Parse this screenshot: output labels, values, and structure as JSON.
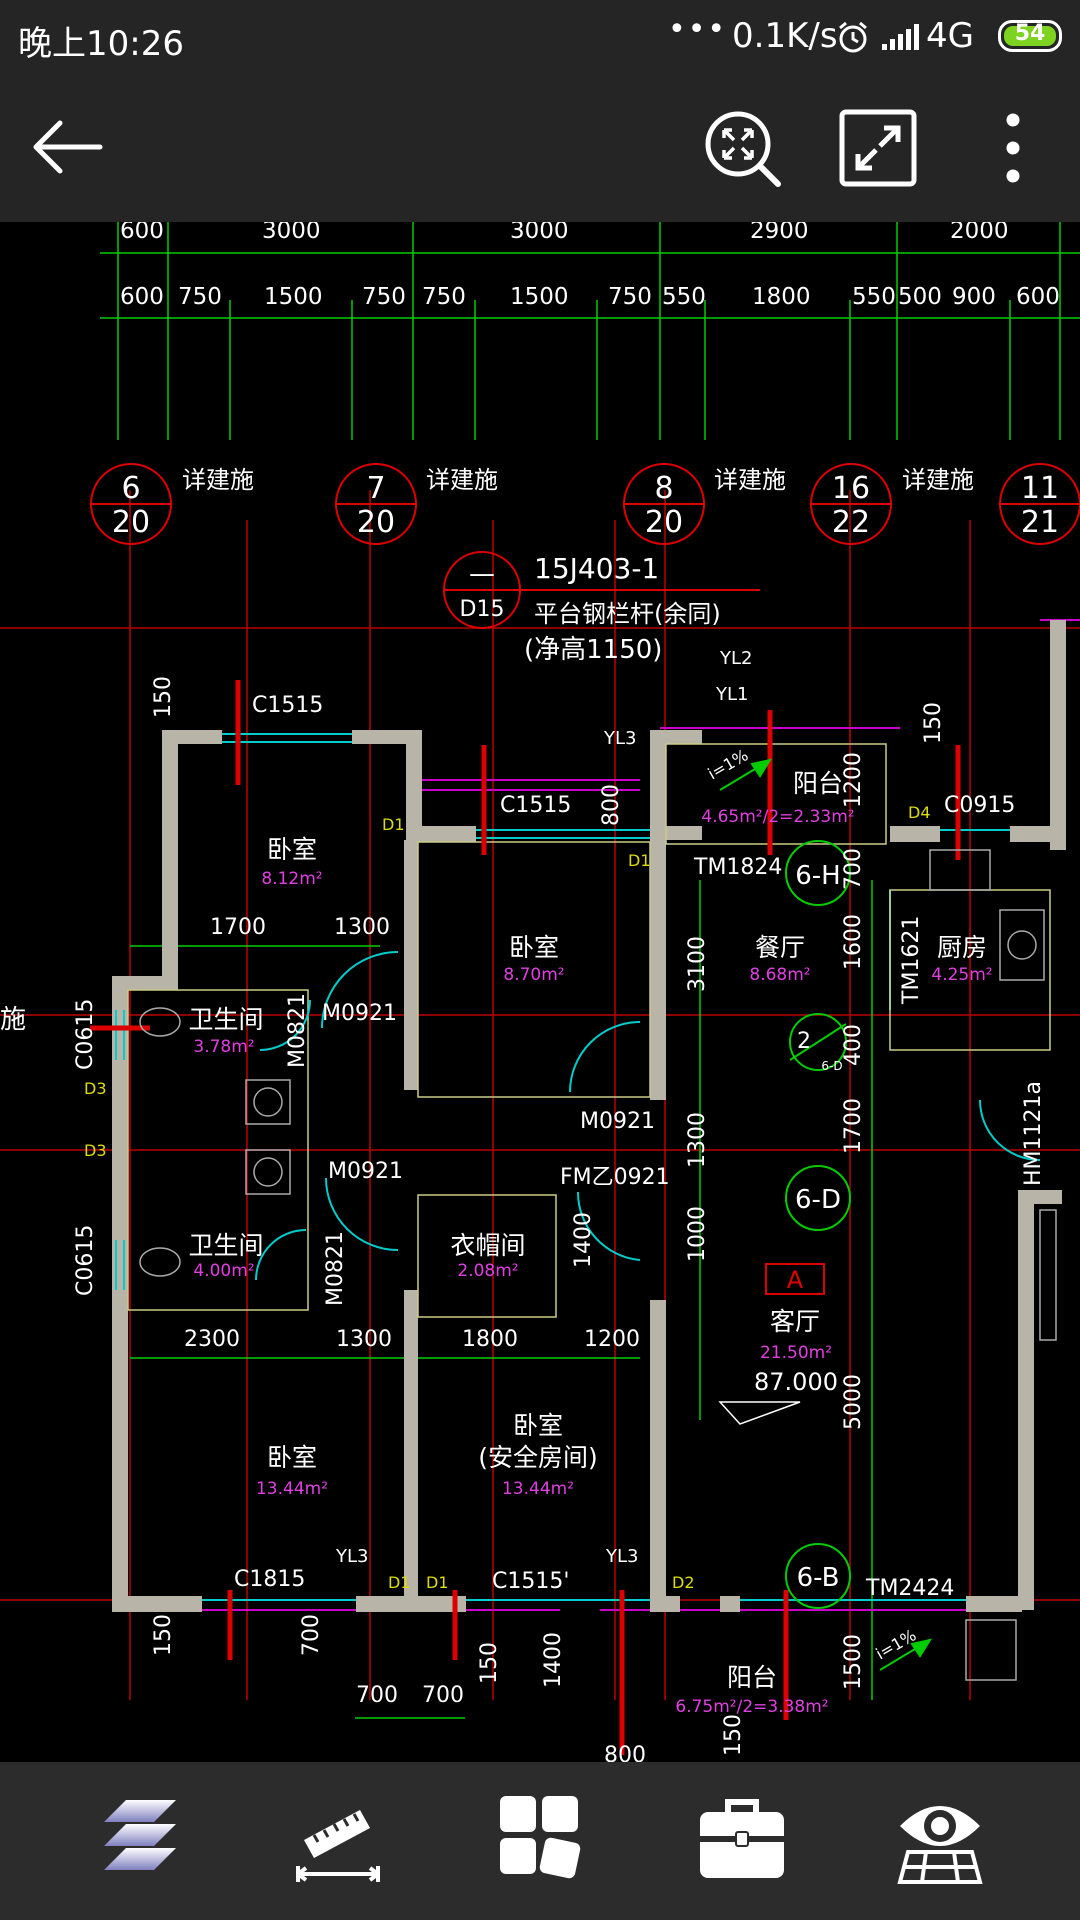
{
  "status": {
    "time": "晚上10:26",
    "dots": "•••",
    "speed": "0.1K/s",
    "network": "4G",
    "battery": "54"
  },
  "icons": {
    "back": "back-arrow-icon",
    "zoom": "zoom-extents-icon",
    "fullscreen": "fullscreen-icon",
    "more": "more-vertical-icon",
    "layers": "layers-icon",
    "measure": "measure-ruler-icon",
    "blocks": "blocks-icon",
    "toolbox": "toolbox-icon",
    "view": "view-eye-icon"
  },
  "drawing": {
    "top_dims": [
      "600",
      "3000",
      "3000",
      "2900",
      "2000"
    ],
    "sub_dims": [
      "600",
      "750",
      "1500",
      "750",
      "750",
      "1500",
      "750",
      "550",
      "1800",
      "550",
      "500",
      "900",
      "600"
    ],
    "detail_callouts": [
      {
        "num": "6",
        "sheet": "20",
        "note": "详建施"
      },
      {
        "num": "7",
        "sheet": "20",
        "note": "详建施"
      },
      {
        "num": "8",
        "sheet": "20",
        "note": "详建施"
      },
      {
        "num": "16",
        "sheet": "22",
        "note": "详建施"
      },
      {
        "num": "11",
        "sheet": "21",
        "note": ""
      }
    ],
    "railing_ref": {
      "num": "—",
      "sheet": "D15",
      "code": "15J403-1",
      "desc": "平台钢栏杆(余同)",
      "height": "(净高1150)"
    },
    "left_label": "施",
    "rooms": {
      "bedroom1": {
        "name": "卧室",
        "area": "8.12m²"
      },
      "bedroom2": {
        "name": "卧室",
        "area": "8.70m²"
      },
      "dining": {
        "name": "餐厅",
        "area": "8.68m²"
      },
      "kitchen": {
        "name": "厨房",
        "area": "4.25m²"
      },
      "balcony1": {
        "name": "阳台",
        "area": "4.65m²/2=2.33m²"
      },
      "bath1": {
        "name": "卫生间",
        "area": "3.78m²"
      },
      "bath2": {
        "name": "卫生间",
        "area": "4.00m²"
      },
      "cloak": {
        "name": "衣帽间",
        "area": "2.08m²"
      },
      "living": {
        "name": "客厅",
        "area": "21.50m²",
        "elev": "87.000"
      },
      "bedroom3": {
        "name": "卧室",
        "area": "13.44m²"
      },
      "bedroom4": {
        "name": "卧室",
        "sub": "(安全房间)",
        "area": "13.44m²"
      },
      "balcony2": {
        "name": "阳台",
        "area": "6.75m²/2=3.38m²"
      }
    },
    "labels": {
      "c1515a": "C1515",
      "c1515b": "C1515",
      "c1515c": "C1515'",
      "c0915": "C0915",
      "c1815": "C1815",
      "c0615a": "C0615",
      "c0615b": "C0615",
      "tm1824": "TM1824",
      "tm1621": "TM1621",
      "tm2424": "TM2424",
      "m0921a": "M0921",
      "m0921b": "M0921",
      "m0921c": "M0921",
      "m0821a": "M0821",
      "m0821b": "M0821",
      "fm": "FM乙0921",
      "hm": "HM1121a",
      "yl2": "YL2",
      "yl1": "YL1",
      "yl3a": "YL3",
      "yl3b": "YL3",
      "yl3c": "YL3",
      "d1a": "D1",
      "d1b": "D1",
      "d1c": "D1",
      "d1d": "D1",
      "d2": "D2",
      "d3a": "D3",
      "d3b": "D3",
      "d4": "D4",
      "slope1": "i=1%",
      "slope2": "i=1%",
      "grid_6h": "6-H",
      "grid_6d": "6-D",
      "grid_6b": "6-B",
      "grid_2": "2",
      "grid_2sub": "6-D",
      "a_mark": "A",
      "dims": {
        "d1700": "1700",
        "d1300a": "1300",
        "d2300": "2300",
        "d1300b": "1300",
        "d1800": "1800",
        "d1200": "1200",
        "d3100": "3100",
        "d1600": "1600",
        "d400": "400",
        "d1700v": "1700",
        "d1300v": "1300",
        "d1000": "1000",
        "d5000": "5000",
        "d1500": "1500",
        "d1400a": "1400",
        "d1400b": "1400",
        "d800a": "800",
        "d800b": "800",
        "d1200v": "1200",
        "d700v": "700",
        "d150a": "150",
        "d150b": "150",
        "d150c": "150",
        "d150d": "150",
        "d700a": "700",
        "d700b": "700",
        "d700c": "700",
        "d150e": "150"
      }
    }
  }
}
